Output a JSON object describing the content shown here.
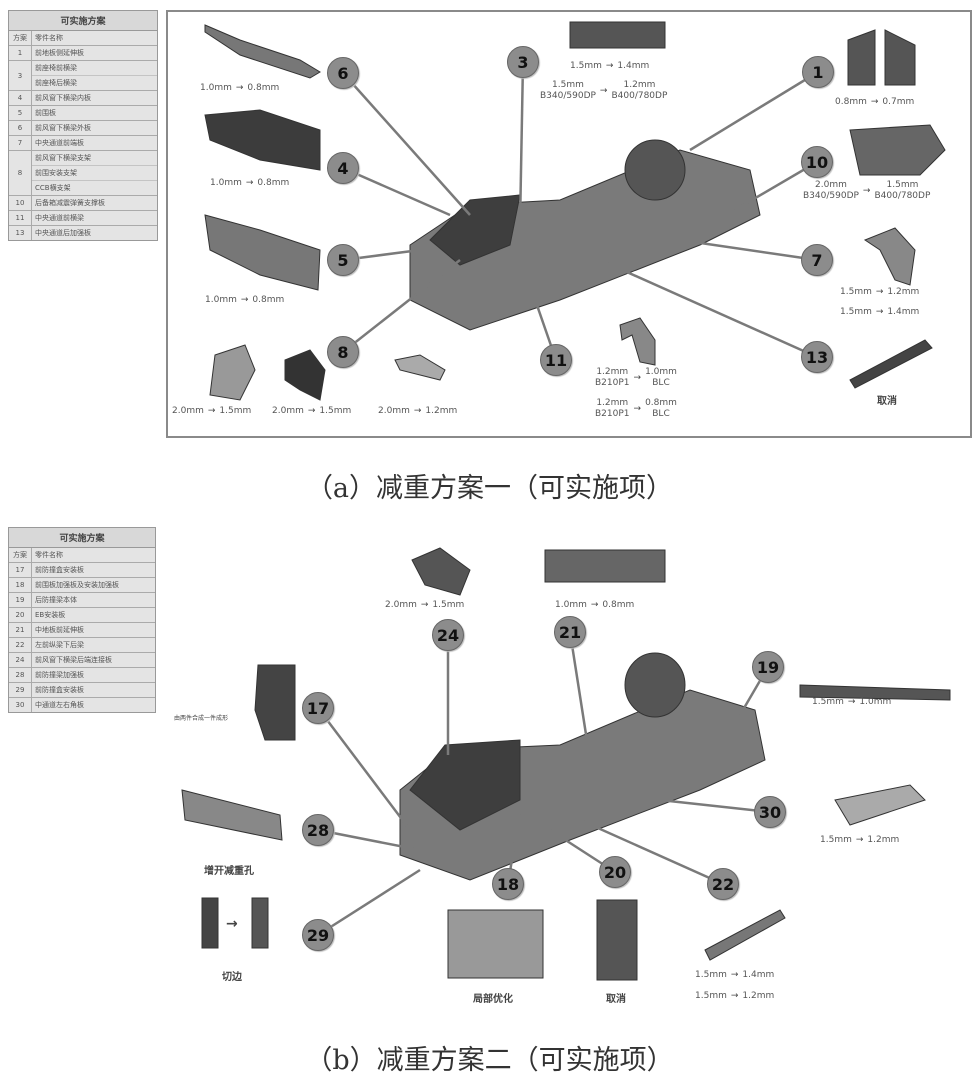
{
  "table_a": {
    "title": "可实施方案",
    "col_no": "方案",
    "col_name": "零件名称",
    "rows": [
      {
        "no": "1",
        "names": [
          "前地板侧延伸板"
        ]
      },
      {
        "no": "3",
        "names": [
          "前座椅前横梁",
          "前座椅后横梁"
        ]
      },
      {
        "no": "4",
        "names": [
          "前风窗下横梁内板"
        ]
      },
      {
        "no": "5",
        "names": [
          "前围板"
        ]
      },
      {
        "no": "6",
        "names": [
          "前风窗下横梁外板"
        ]
      },
      {
        "no": "7",
        "names": [
          "中央通道前端板"
        ]
      },
      {
        "no": "8",
        "names": [
          "前风窗下横梁支架",
          "前围安装支架",
          "CCB横支架"
        ]
      },
      {
        "no": "10",
        "names": [
          "后备箱减震弹簧支撑板"
        ]
      },
      {
        "no": "11",
        "names": [
          "中央通道前横梁"
        ]
      },
      {
        "no": "13",
        "names": [
          "中央通道后加强板"
        ]
      }
    ]
  },
  "table_b": {
    "title": "可实施方案",
    "col_no": "方案",
    "col_name": "零件名称",
    "rows": [
      {
        "no": "17",
        "names": [
          "前防撞盒安装板"
        ]
      },
      {
        "no": "18",
        "names": [
          "前围板加强板及安装加强板"
        ]
      },
      {
        "no": "19",
        "names": [
          "后防撞梁本体"
        ]
      },
      {
        "no": "20",
        "names": [
          "EB安装板"
        ]
      },
      {
        "no": "21",
        "names": [
          "中地板前延伸板"
        ]
      },
      {
        "no": "22",
        "names": [
          "左前纵梁下后梁"
        ]
      },
      {
        "no": "24",
        "names": [
          "前风窗下横梁后端连接板"
        ]
      },
      {
        "no": "28",
        "names": [
          "前防撞梁加强板"
        ]
      },
      {
        "no": "29",
        "names": [
          "前防撞盒安装板"
        ]
      },
      {
        "no": "30",
        "names": [
          "中通道左右角板"
        ]
      }
    ]
  },
  "panel_a": {
    "callouts": [
      "6",
      "3",
      "1",
      "4",
      "10",
      "5",
      "7",
      "8",
      "11",
      "13"
    ],
    "specs": {
      "p6": {
        "from": "1.0mm",
        "to": "0.8mm"
      },
      "p4": {
        "from": "1.0mm",
        "to": "0.8mm"
      },
      "p5": {
        "from": "1.0mm",
        "to": "0.8mm"
      },
      "p8a": {
        "from": "2.0mm",
        "to": "1.5mm"
      },
      "p8b": {
        "from": "2.0mm",
        "to": "1.5mm"
      },
      "p8c": {
        "from": "2.0mm",
        "to": "1.2mm"
      },
      "p3a": {
        "from": "1.5mm",
        "to": "1.4mm"
      },
      "p3b": {
        "from": "1.5mm",
        "from_mat": "B340/590DP",
        "to": "1.2mm",
        "to_mat": "B400/780DP"
      },
      "p1": {
        "from": "0.8mm",
        "to": "0.7mm"
      },
      "p10": {
        "from": "2.0mm",
        "from_mat": "B340/590DP",
        "to": "1.5mm",
        "to_mat": "B400/780DP"
      },
      "p7a": {
        "from": "1.5mm",
        "to": "1.2mm"
      },
      "p7b": {
        "from": "1.5mm",
        "to": "1.4mm"
      },
      "p11a": {
        "from": "1.2mm",
        "from_mat": "B210P1",
        "to": "1.0mm",
        "to_mat": "BLC"
      },
      "p11b": {
        "from": "1.2mm",
        "from_mat": "B210P1",
        "to": "0.8mm",
        "to_mat": "BLC"
      }
    },
    "note_13": "取消",
    "caption": "（a）减重方案一（可实施项）"
  },
  "panel_b": {
    "callouts": [
      "24",
      "21",
      "19",
      "17",
      "28",
      "30",
      "18",
      "20",
      "22",
      "29"
    ],
    "specs": {
      "p24": {
        "from": "2.0mm",
        "to": "1.5mm"
      },
      "p21": {
        "from": "1.0mm",
        "to": "0.8mm"
      },
      "p19": {
        "from": "1.5mm",
        "to": "1.0mm"
      },
      "p30": {
        "from": "1.5mm",
        "to": "1.2mm"
      },
      "p22a": {
        "from": "1.5mm",
        "to": "1.4mm"
      },
      "p22b": {
        "from": "1.5mm",
        "to": "1.2mm"
      }
    },
    "note_17": "由两件合成一件成形",
    "note_28": "增开减重孔",
    "note_29": "切边",
    "note_18": "局部优化",
    "note_20": "取消",
    "caption": "（b）减重方案二（可实施项）"
  },
  "arrow": "→"
}
